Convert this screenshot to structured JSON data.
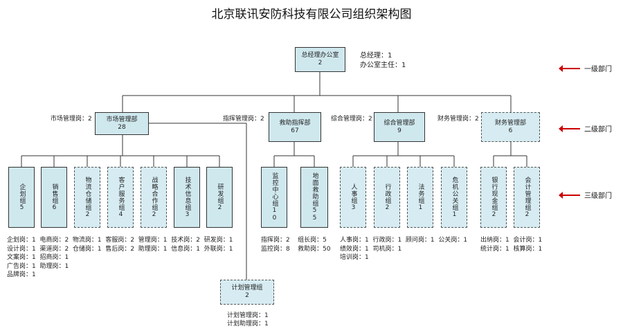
{
  "title": "北京联讯安防科技有限公司组织架构图",
  "top": {
    "name": "总经理办公室",
    "count": "2",
    "note": "总经理：1\n办公室主任：1"
  },
  "levels": [
    "一级部门",
    "二级部门",
    "三级部门"
  ],
  "departments": [
    {
      "name": "市场管理部",
      "count": "28",
      "label": "市场管理岗：2"
    },
    {
      "name": "救助指挥部",
      "count": "67",
      "label": "指挥管理岗：2"
    },
    {
      "name": "综合管理部",
      "count": "9",
      "label": "综合管理岗：2"
    },
    {
      "name": "财务管理部",
      "count": "6",
      "label": "财务管理岗：2"
    }
  ],
  "groups": [
    {
      "name": "企划组",
      "count": "5"
    },
    {
      "name": "销售组",
      "count": "6"
    },
    {
      "name": "物流仓储组",
      "count": "2"
    },
    {
      "name": "客户服务组",
      "count": "4"
    },
    {
      "name": "战略合作组",
      "count": "2"
    },
    {
      "name": "技术信息组",
      "count": "3"
    },
    {
      "name": "研发组",
      "count": "2"
    },
    {
      "name": "监控中心组",
      "count": "10"
    },
    {
      "name": "地面救助组",
      "count": "55"
    },
    {
      "name": "人事组",
      "count": "3"
    },
    {
      "name": "行政组",
      "count": "2"
    },
    {
      "name": "法务组",
      "count": "1"
    },
    {
      "name": "危机公关组",
      "count": "1"
    },
    {
      "name": "银行现金组",
      "count": "2"
    },
    {
      "name": "会计管理组",
      "count": "2"
    }
  ],
  "notes": {
    "market": "企划岗：1  电商岗：2  物流岗：1  客服岗：2  管理岗：1  技术岗：2  研发岗：1\n设计岗：1  渠道岗：2  仓储岗：1  售后岗：2  助理岗：1  信息岗：1  外联岗：1\n文案岗：1  招商岗：1\n广告岗：1  助理岗：1\n品牌岗：1",
    "rescue": "指挥岗：2    组长岗：5\n监控岗：8    救助岗：50",
    "general": "人事岗：1  行政岗：1  顾问岗：1  公关岗：1\n绩效岗：1  司机岗：1\n培训岗：1",
    "finance": "出纳岗：1  会计岗：1\n统计岗：1  核算岗：1"
  },
  "plan": {
    "name": "计划管理组",
    "count": "2",
    "note": "计划管理岗：1\n计划助理岗：1"
  }
}
